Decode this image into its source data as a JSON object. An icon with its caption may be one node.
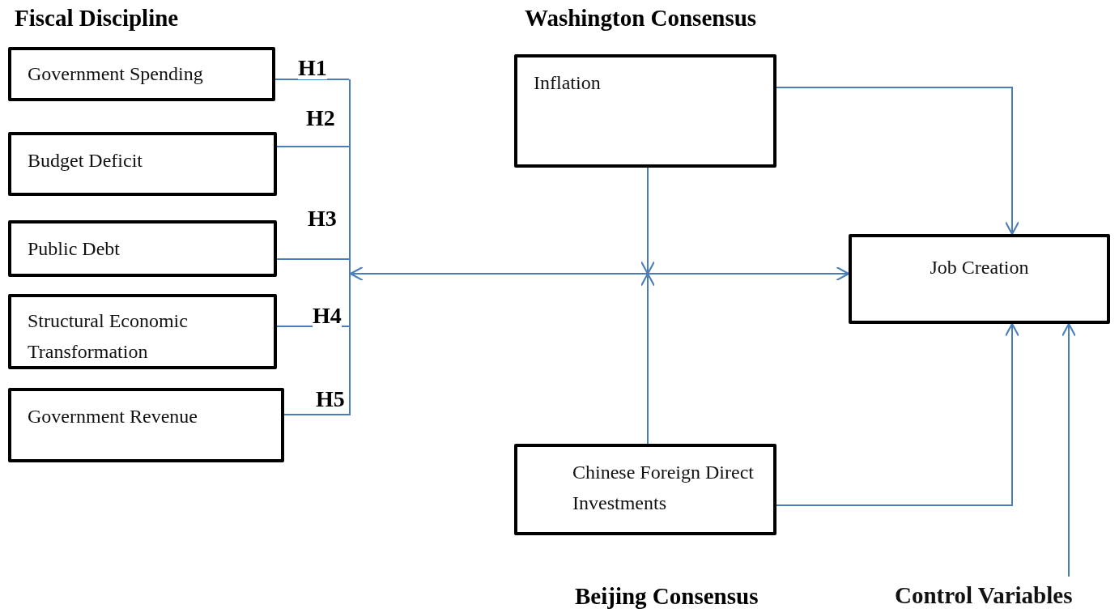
{
  "diagram": {
    "nodes": [
      {
        "text": [
          "Government Spending"
        ]
      },
      {
        "text": [
          "Budget Deficit"
        ]
      },
      {
        "text": [
          "Public Debt"
        ]
      },
      {
        "text": [
          "Structural Economic Transformation"
        ]
      },
      {
        "text": [
          "Government Revenue"
        ]
      },
      {
        "text": [],
        "shape": "bar"
      },
      {
        "text": [
          "Inflation"
        ]
      },
      {
        "text": [
          "Job Creation"
        ]
      },
      {
        "text": [
          "Chinese Foreign Direct Investments"
        ]
      },
      {
        "text": [
          "Control Variables"
        ]
      }
    ],
    "edges": [
      {
        "from": 0,
        "to": 5,
        "arrow": "none",
        "label": "H1"
      },
      {
        "from": 1,
        "to": 5,
        "arrow": "none",
        "label": "H2"
      },
      {
        "from": 2,
        "to": 5,
        "arrow": "none",
        "label": "H3"
      },
      {
        "from": 3,
        "to": 5,
        "arrow": "none",
        "label": "H4"
      },
      {
        "from": 4,
        "to": 5,
        "arrow": "none",
        "label": "H5"
      },
      {
        "from": 5,
        "to": 7,
        "arrow": "both"
      },
      {
        "from": 6,
        "to": null,
        "arrow": "to"
      },
      {
        "from": 8,
        "to": null,
        "arrow": "to"
      },
      {
        "from": 6,
        "to": 7,
        "arrow": "to"
      },
      {
        "from": 8,
        "to": 7,
        "arrow": "to"
      },
      {
        "from": 9,
        "to": 7,
        "arrow": "to"
      }
    ],
    "labels": [
      "Fiscal Discipline",
      "Washington Consensus",
      "Beijing Consensus"
    ]
  }
}
